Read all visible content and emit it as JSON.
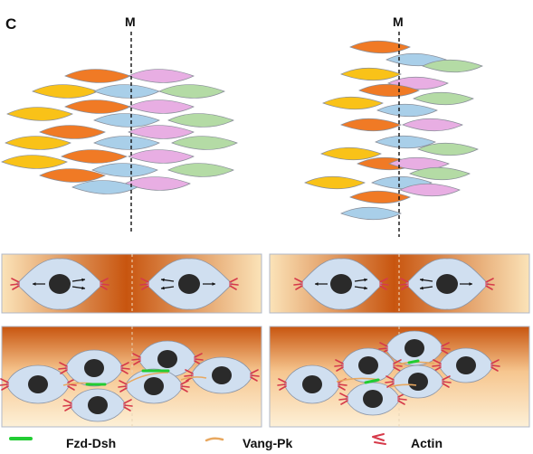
{
  "panel": {
    "letter": "C",
    "midline_label": "M"
  },
  "legend": {
    "items": [
      {
        "label": "Fzd-Dsh",
        "color": "#22cc33",
        "icon": "green-line-icon"
      },
      {
        "label": "Vang-Pk",
        "color": "#e8a860",
        "icon": "orange-line-icon"
      },
      {
        "label": "Actin",
        "color": "#d63a4a",
        "icon": "red-actin-arrow-icon"
      }
    ]
  },
  "colors": {
    "orange": "#f07a25",
    "yellow": "#f9c218",
    "blue": "#a9cfe9",
    "pink": "#e8aee3",
    "green": "#b4dba5",
    "cell_body": "#d0dff0",
    "nucleus": "#2a2a2a",
    "gradient_dark": "#c65510",
    "gradient_light": "#fbe7c3",
    "fzd_dsh": "#22cc33",
    "vang_pk": "#e8a860",
    "actin": "#d63a4a"
  }
}
